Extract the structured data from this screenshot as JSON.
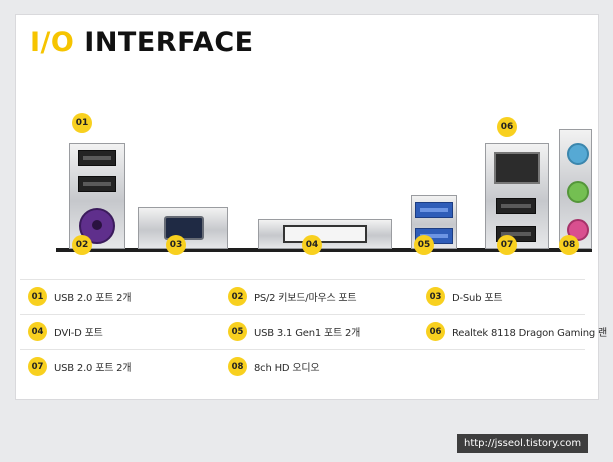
{
  "title": {
    "accent": "I/O",
    "main": "INTERFACE"
  },
  "ports": [
    {
      "num": "01",
      "label": "USB 2.0 포트 2개"
    },
    {
      "num": "02",
      "label": "PS/2 키보드/마우스 포트"
    },
    {
      "num": "03",
      "label": "D-Sub 포트"
    },
    {
      "num": "04",
      "label": "DVI-D 포트"
    },
    {
      "num": "05",
      "label": "USB 3.1 Gen1 포트 2개"
    },
    {
      "num": "06",
      "label": "Realtek 8118 Dragon Gaming 랜"
    },
    {
      "num": "07",
      "label": "USB 2.0 포트 2개"
    },
    {
      "num": "08",
      "label": "8ch HD 오디오"
    }
  ],
  "watermark": "http://jsseol.tistory.com",
  "colors": {
    "accent": "#f6c400",
    "badge": "#f8d01f",
    "usb3": "#2f5db8"
  },
  "icons": [
    "usb-2-port-icon",
    "ps2-port-icon",
    "vga-port-icon",
    "dvi-port-icon",
    "usb-3-port-icon",
    "rj45-lan-port-icon",
    "audio-jack-icon"
  ]
}
